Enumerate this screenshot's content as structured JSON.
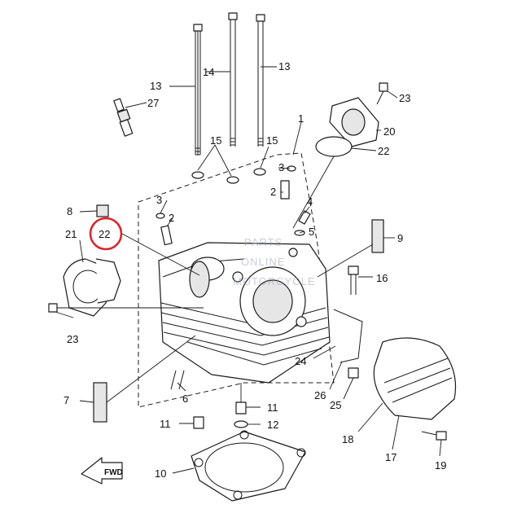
{
  "callouts": {
    "c1": "1",
    "c2a": "2",
    "c2b": "2",
    "c3a": "3",
    "c3b": "3",
    "c4": "4",
    "c5": "5",
    "c6": "6",
    "c7": "7",
    "c8": "8",
    "c9": "9",
    "c10": "10",
    "c11a": "11",
    "c11b": "11",
    "c12": "12",
    "c13a": "13",
    "c13b": "13",
    "c14": "14",
    "c15a": "15",
    "c15b": "15",
    "c16": "16",
    "c17": "17",
    "c18": "18",
    "c19": "19",
    "c20": "20",
    "c21": "21",
    "c22a": "22",
    "c22b": "22",
    "c23a": "23",
    "c23b": "23",
    "c24": "24",
    "c25": "25",
    "c26": "26",
    "c27": "27"
  },
  "fwd_label": "FWD",
  "watermark": {
    "line1": "PARTS",
    "line2": "ONLINE",
    "line3": "MOTORCYCLE"
  },
  "highlight_color": "#e0202a"
}
